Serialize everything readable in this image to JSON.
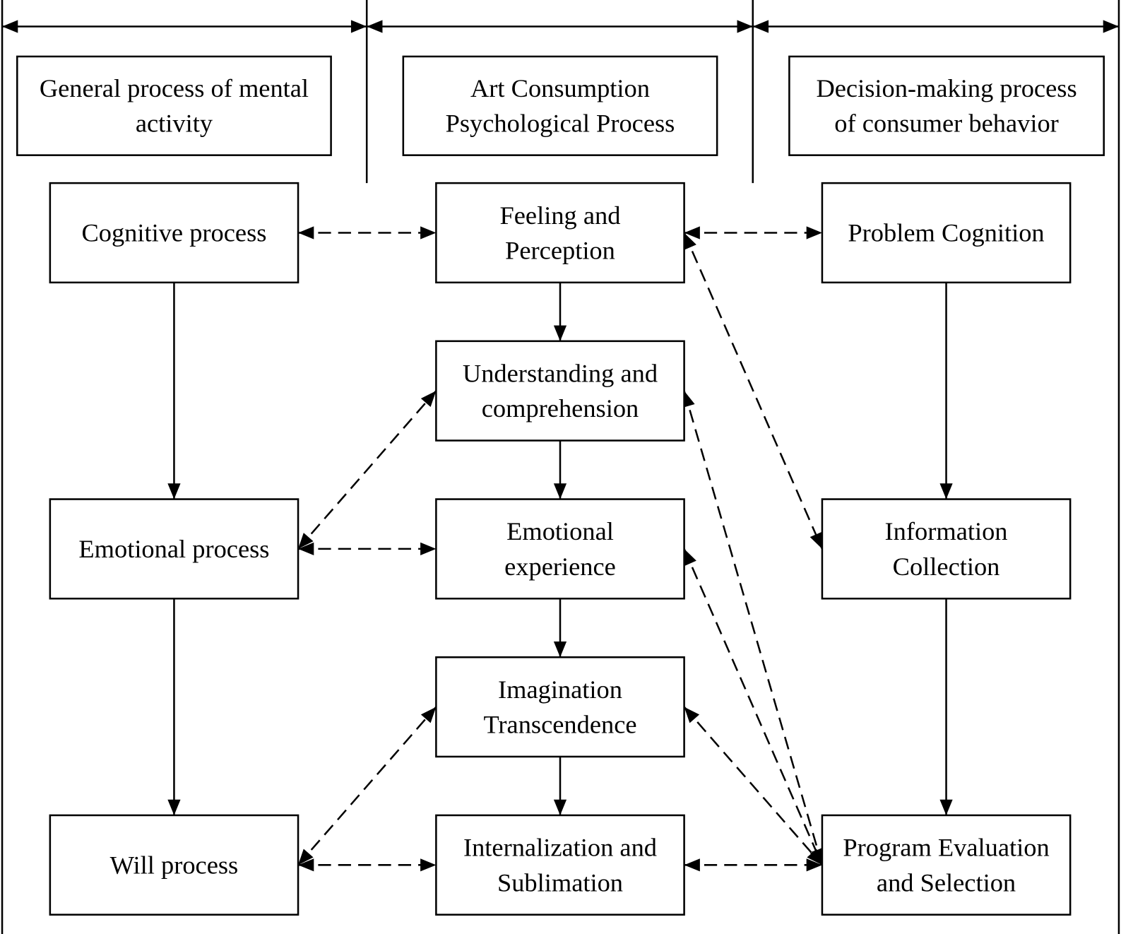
{
  "headers": [
    {
      "lines": [
        "General process of mental",
        "activity"
      ]
    },
    {
      "lines": [
        "Art Consumption",
        "Psychological Process"
      ]
    },
    {
      "lines": [
        "Decision-making process",
        "of consumer behavior"
      ]
    }
  ],
  "columns": [
    {
      "nodes": [
        {
          "row": 0,
          "lines": [
            "Cognitive process"
          ]
        },
        {
          "row": 2,
          "lines": [
            "Emotional process"
          ]
        },
        {
          "row": 4,
          "lines": [
            "Will process"
          ]
        }
      ]
    },
    {
      "nodes": [
        {
          "row": 0,
          "lines": [
            "Feeling and",
            "Perception"
          ]
        },
        {
          "row": 1,
          "lines": [
            "Understanding and",
            "comprehension"
          ]
        },
        {
          "row": 2,
          "lines": [
            "Emotional",
            "experience"
          ]
        },
        {
          "row": 3,
          "lines": [
            "Imagination",
            "Transcendence"
          ]
        },
        {
          "row": 4,
          "lines": [
            "Internalization and",
            "Sublimation"
          ]
        }
      ]
    },
    {
      "nodes": [
        {
          "row": 0,
          "lines": [
            "Problem Cognition"
          ]
        },
        {
          "row": 2,
          "lines": [
            "Information",
            "Collection"
          ]
        },
        {
          "row": 4,
          "lines": [
            "Program Evaluation",
            "and Selection"
          ]
        }
      ]
    }
  ],
  "solid_edges": [
    [
      [
        0,
        0
      ],
      [
        0,
        2
      ]
    ],
    [
      [
        0,
        2
      ],
      [
        0,
        4
      ]
    ],
    [
      [
        1,
        0
      ],
      [
        1,
        1
      ]
    ],
    [
      [
        1,
        1
      ],
      [
        1,
        2
      ]
    ],
    [
      [
        1,
        2
      ],
      [
        1,
        3
      ]
    ],
    [
      [
        1,
        3
      ],
      [
        1,
        4
      ]
    ],
    [
      [
        2,
        0
      ],
      [
        2,
        2
      ]
    ],
    [
      [
        2,
        2
      ],
      [
        2,
        4
      ]
    ]
  ],
  "dashed_bidirectional_edges": [
    [
      [
        0,
        0
      ],
      [
        1,
        0
      ]
    ],
    [
      [
        1,
        0
      ],
      [
        2,
        0
      ]
    ],
    [
      [
        0,
        2
      ],
      [
        1,
        2
      ]
    ],
    [
      [
        0,
        4
      ],
      [
        1,
        4
      ]
    ],
    [
      [
        1,
        4
      ],
      [
        2,
        4
      ]
    ],
    [
      [
        0,
        2
      ],
      [
        1,
        1
      ]
    ],
    [
      [
        0,
        4
      ],
      [
        1,
        3
      ]
    ],
    [
      [
        1,
        0
      ],
      [
        2,
        2
      ]
    ],
    [
      [
        1,
        1
      ],
      [
        2,
        4
      ]
    ],
    [
      [
        1,
        2
      ],
      [
        2,
        4
      ]
    ],
    [
      [
        1,
        3
      ],
      [
        2,
        4
      ]
    ]
  ]
}
